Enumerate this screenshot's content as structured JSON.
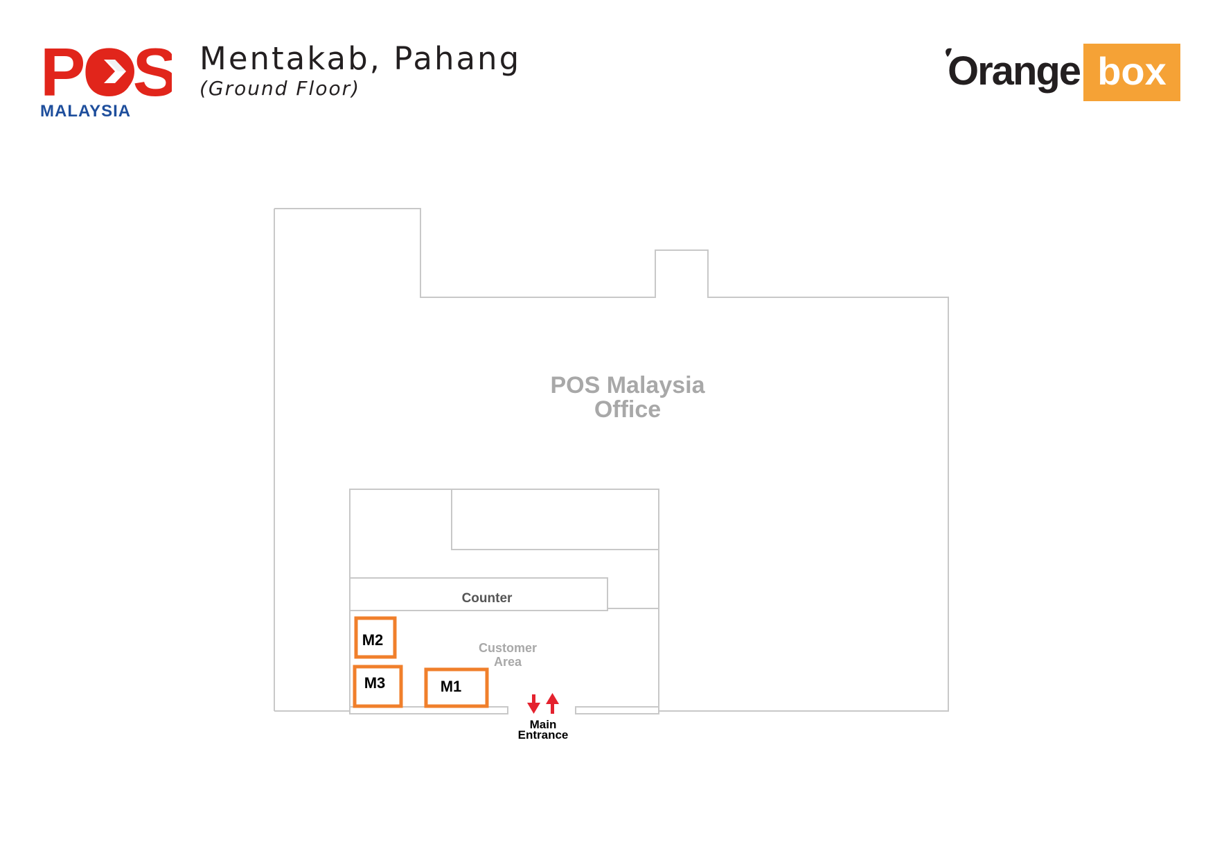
{
  "header": {
    "title": "Mentakab, Pahang",
    "subtitle": "(Ground Floor)"
  },
  "logos": {
    "pos": {
      "wordmark": "POS",
      "country": "MALAYSIA"
    },
    "orangebox": {
      "word1": "Orange",
      "word2": "box"
    }
  },
  "floorplan": {
    "office_label": [
      "POS Malaysia",
      "Office"
    ],
    "counter_label": "Counter",
    "customer_area_label": [
      "Customer",
      "Area"
    ],
    "entrance_label": [
      "Main",
      "Entrance"
    ],
    "lockers": [
      {
        "id": "M1"
      },
      {
        "id": "M2"
      },
      {
        "id": "M3"
      }
    ]
  },
  "colors": {
    "pos_red": "#e1251b",
    "pos_blue": "#1e4e9c",
    "orangebox_orange": "#f5a236",
    "locker_outline": "#f07f2b",
    "wall_line": "#c8c8c8",
    "entrance_arrow": "#e4222e",
    "office_text": "#a8a8a8",
    "counter_text": "#555555"
  }
}
